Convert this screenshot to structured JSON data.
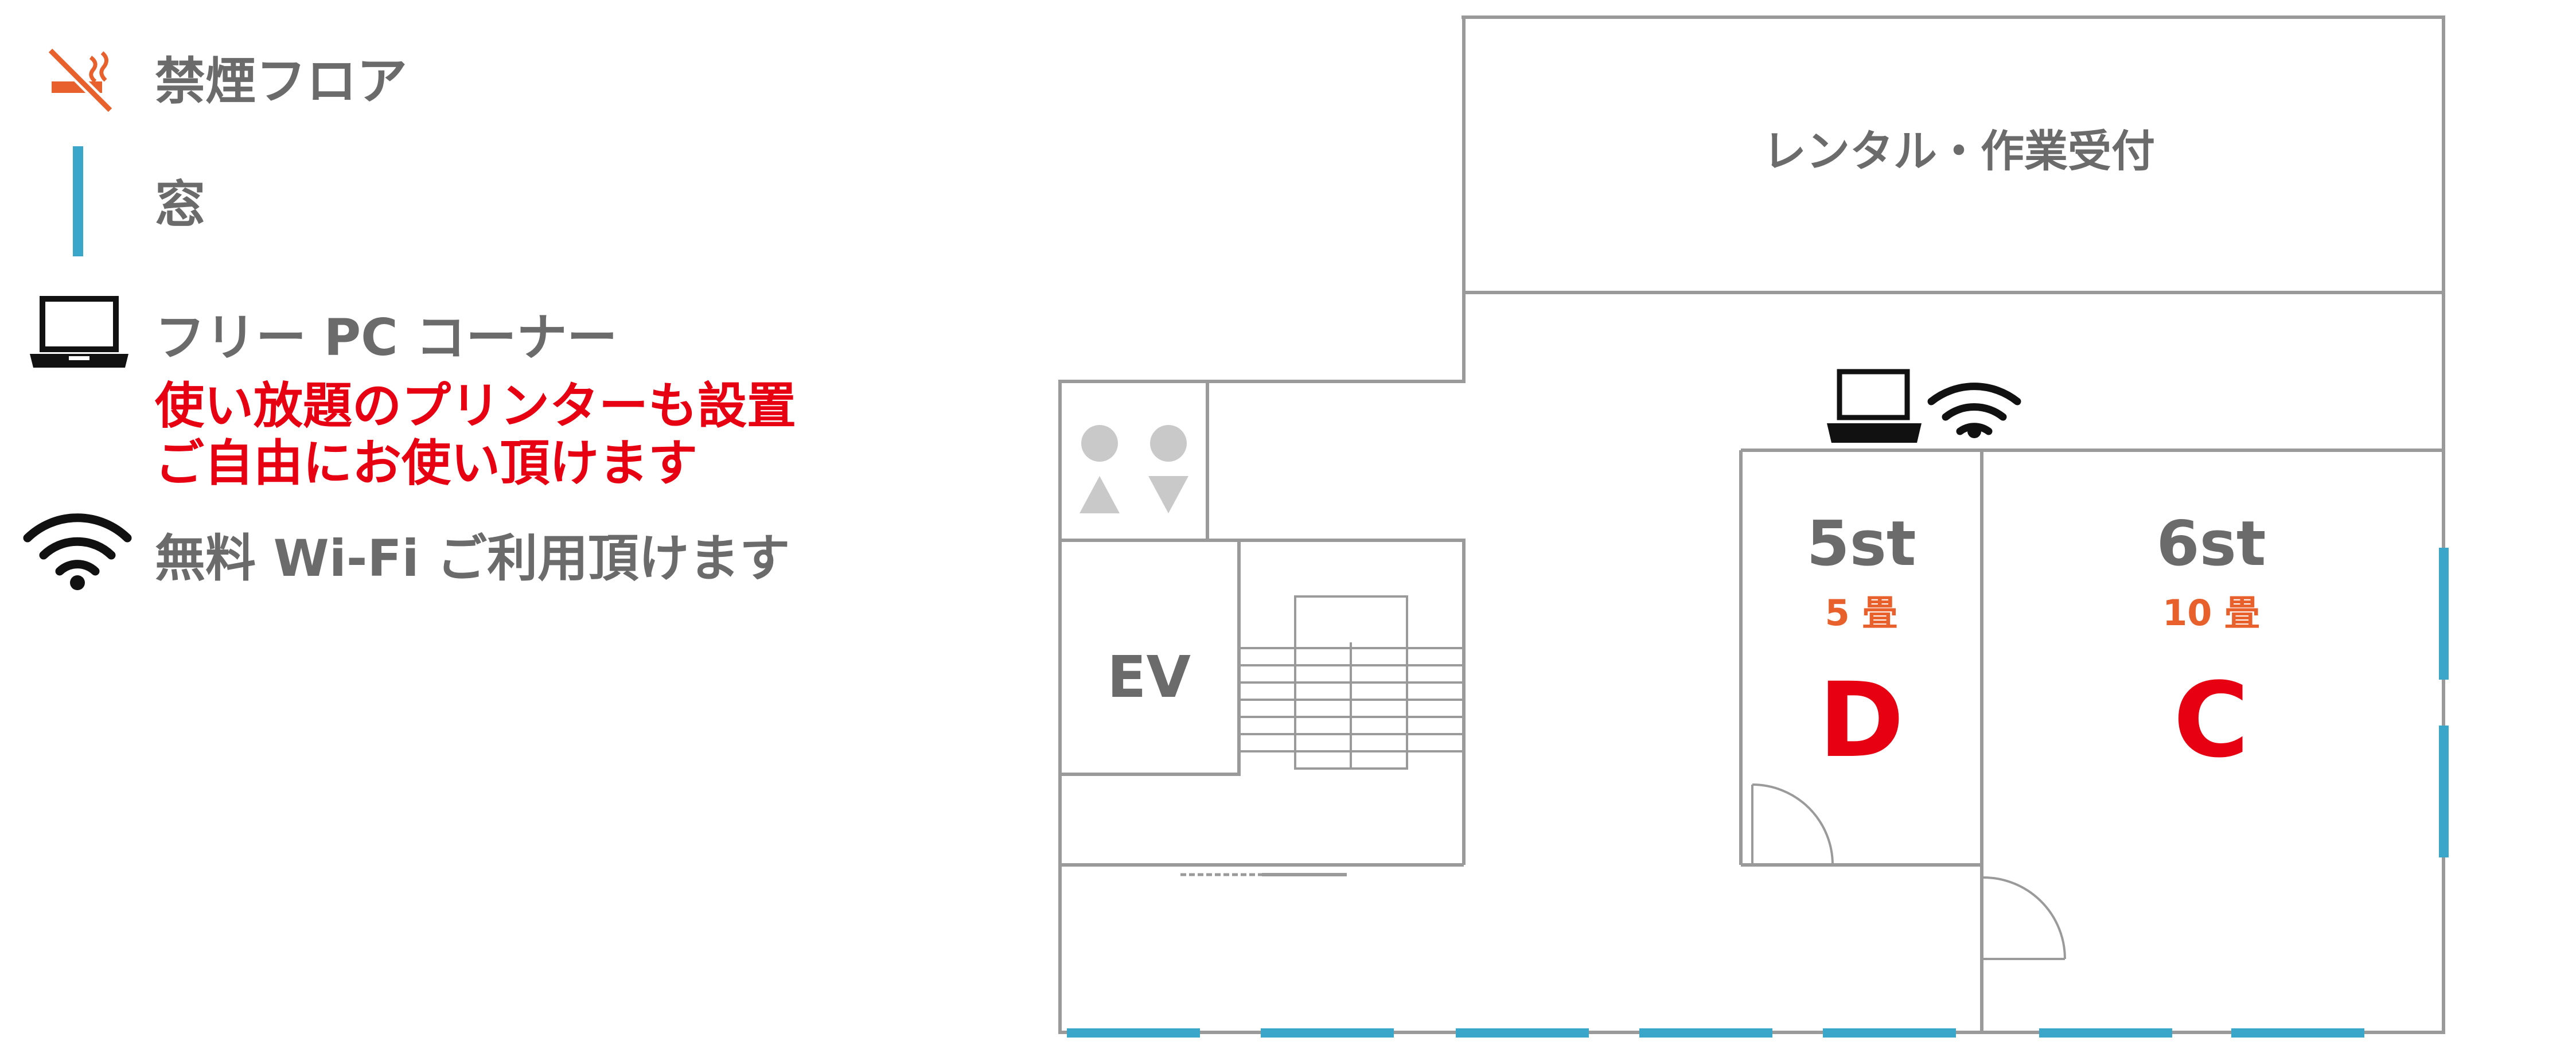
{
  "legend": {
    "no_smoking_label": "禁煙フロア",
    "window_label": "窓",
    "free_pc_label": "フリー PC コーナー",
    "printer_note_line1": "使い放題のプリンターも設置",
    "printer_note_line2": "ご自由にお使い頂けます",
    "wifi_label": "無料 Wi-Fi ご利用頂けます"
  },
  "floor": {
    "reception_label": "レンタル・作業受付",
    "ev_label": "EV",
    "rooms": [
      {
        "name": "5st",
        "size": "5 畳",
        "letter": "D"
      },
      {
        "name": "6st",
        "size": "10 畳",
        "letter": "C"
      }
    ]
  },
  "colors": {
    "gray_text": "#6b6b6b",
    "red_text": "#e60012",
    "orange_accent": "#e8612c",
    "window_blue": "#3aa6c9",
    "wall_gray": "#9a9a9a",
    "restroom_icon": "#c9c9c9"
  },
  "icons": [
    "no-smoking-icon",
    "window-icon",
    "laptop-icon",
    "wifi-icon",
    "restroom-icon"
  ]
}
